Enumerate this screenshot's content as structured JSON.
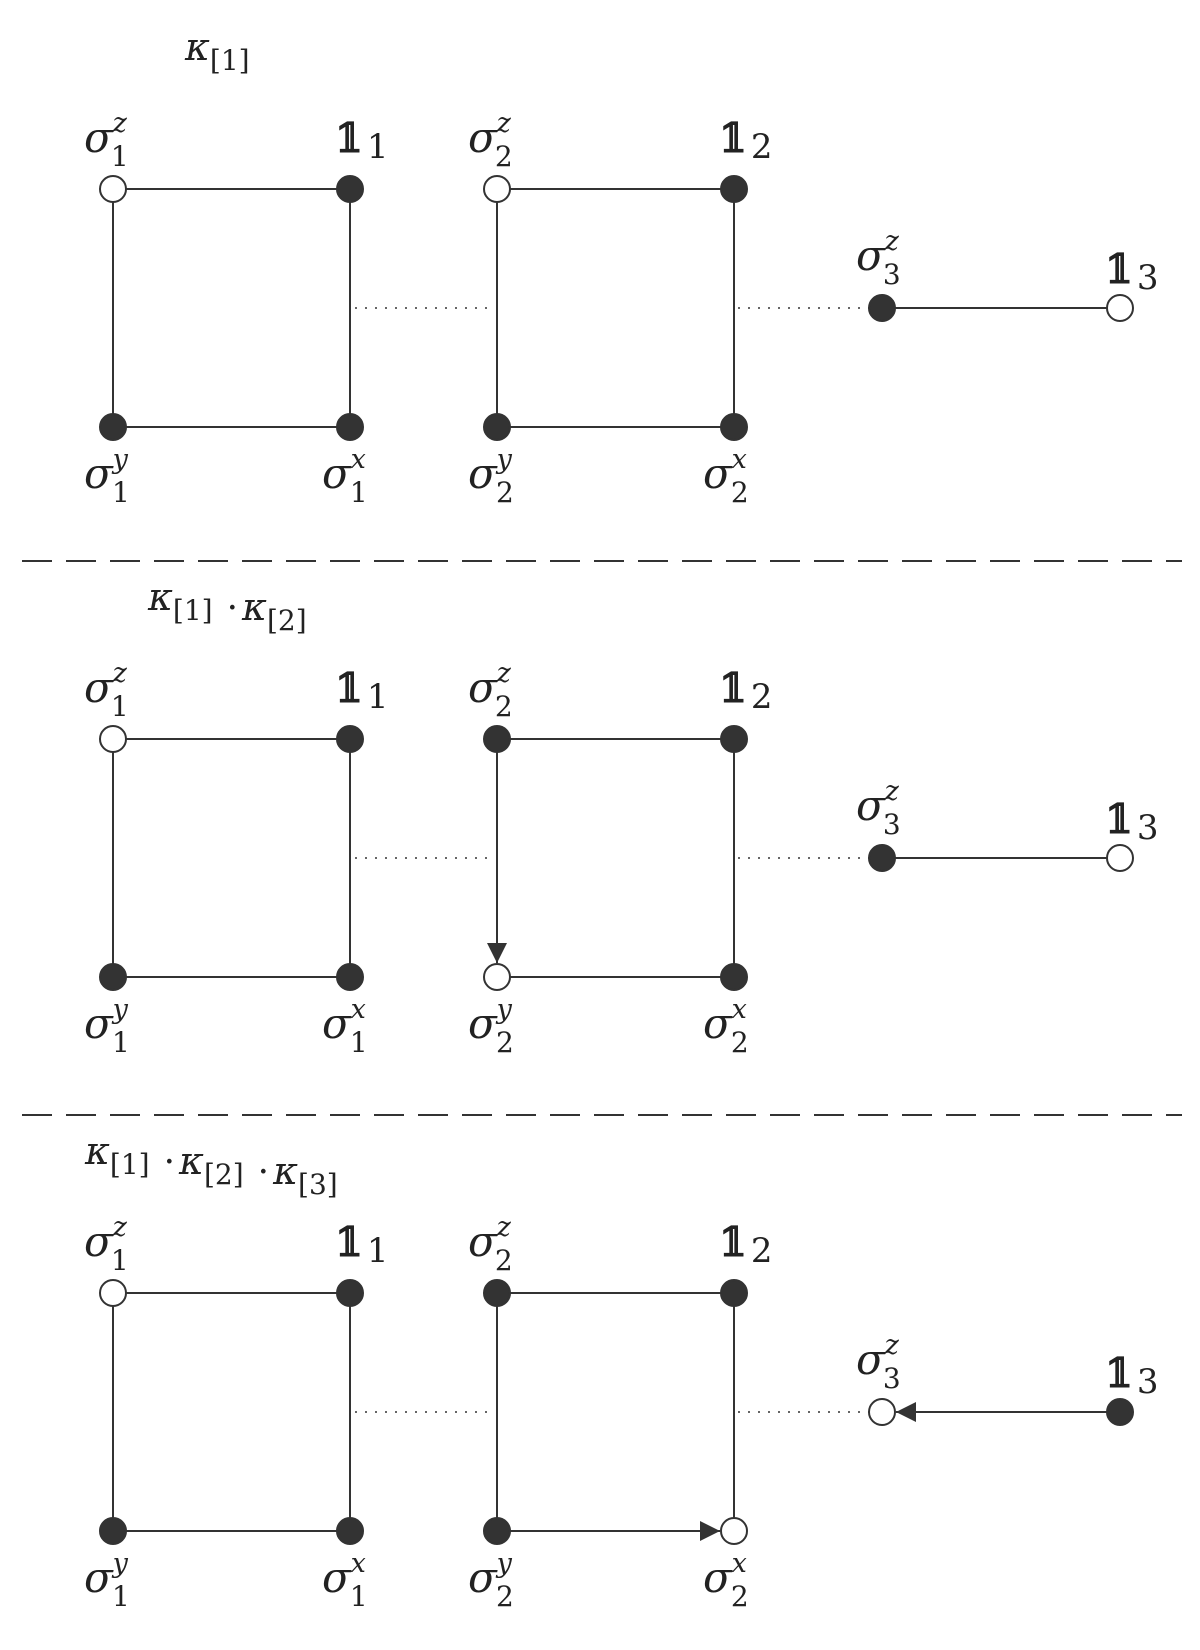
{
  "colors": {
    "ink": "#333333",
    "open_fill": "#ffffff"
  },
  "panels": [
    {
      "title": {
        "base": "κ",
        "parts": [
          {
            "sub": "[1]",
            "sep": ""
          }
        ]
      },
      "nodes": {
        "s1z": "open",
        "one1": "filled",
        "s1y": "filled",
        "s1x": "filled",
        "s2z": "open",
        "one2": "filled",
        "s2y": "filled",
        "s2x": "filled",
        "s3z": "filled",
        "one3": "open"
      },
      "arrows": []
    },
    {
      "title": {
        "base": "κ",
        "parts": [
          {
            "sub": "[1]",
            "sep": ""
          },
          {
            "sub": "[2]",
            "sep": "·"
          }
        ]
      },
      "nodes": {
        "s1z": "open",
        "one1": "filled",
        "s1y": "filled",
        "s1x": "filled",
        "s2z": "filled",
        "one2": "filled",
        "s2y": "open",
        "s2x": "filled",
        "s3z": "filled",
        "one3": "open"
      },
      "arrows": [
        {
          "from": "s2z",
          "to": "s2y"
        }
      ]
    },
    {
      "title": {
        "base": "κ",
        "parts": [
          {
            "sub": "[1]",
            "sep": ""
          },
          {
            "sub": "[2]",
            "sep": "·"
          },
          {
            "sub": "[3]",
            "sep": "·"
          }
        ]
      },
      "nodes": {
        "s1z": "open",
        "one1": "filled",
        "s1y": "filled",
        "s1x": "filled",
        "s2z": "filled",
        "one2": "filled",
        "s2y": "filled",
        "s2x": "open",
        "s3z": "open",
        "one3": "filled"
      },
      "arrows": [
        {
          "from": "s2y",
          "to": "s2x"
        },
        {
          "from": "one3",
          "to": "s3z"
        }
      ]
    }
  ],
  "node_labels": {
    "s1z": {
      "base": "σ",
      "sub": "1",
      "sup": "z"
    },
    "one1": {
      "base": "𝟙",
      "sub": "1",
      "sup": ""
    },
    "s1y": {
      "base": "σ",
      "sub": "1",
      "sup": "y"
    },
    "s1x": {
      "base": "σ",
      "sub": "1",
      "sup": "x"
    },
    "s2z": {
      "base": "σ",
      "sub": "2",
      "sup": "z"
    },
    "one2": {
      "base": "𝟙",
      "sub": "2",
      "sup": ""
    },
    "s2y": {
      "base": "σ",
      "sub": "2",
      "sup": "y"
    },
    "s2x": {
      "base": "σ",
      "sub": "2",
      "sup": "x"
    },
    "s3z": {
      "base": "σ",
      "sub": "3",
      "sup": "z"
    },
    "one3": {
      "base": "𝟙",
      "sub": "3",
      "sup": ""
    }
  },
  "edges": [
    [
      "s1z",
      "one1"
    ],
    [
      "s1z",
      "s1y"
    ],
    [
      "s1y",
      "s1x"
    ],
    [
      "one1",
      "s1x"
    ],
    [
      "s2z",
      "one2"
    ],
    [
      "s2z",
      "s2y"
    ],
    [
      "s2y",
      "s2x"
    ],
    [
      "one2",
      "s2x"
    ],
    [
      "s3z",
      "one3"
    ]
  ]
}
